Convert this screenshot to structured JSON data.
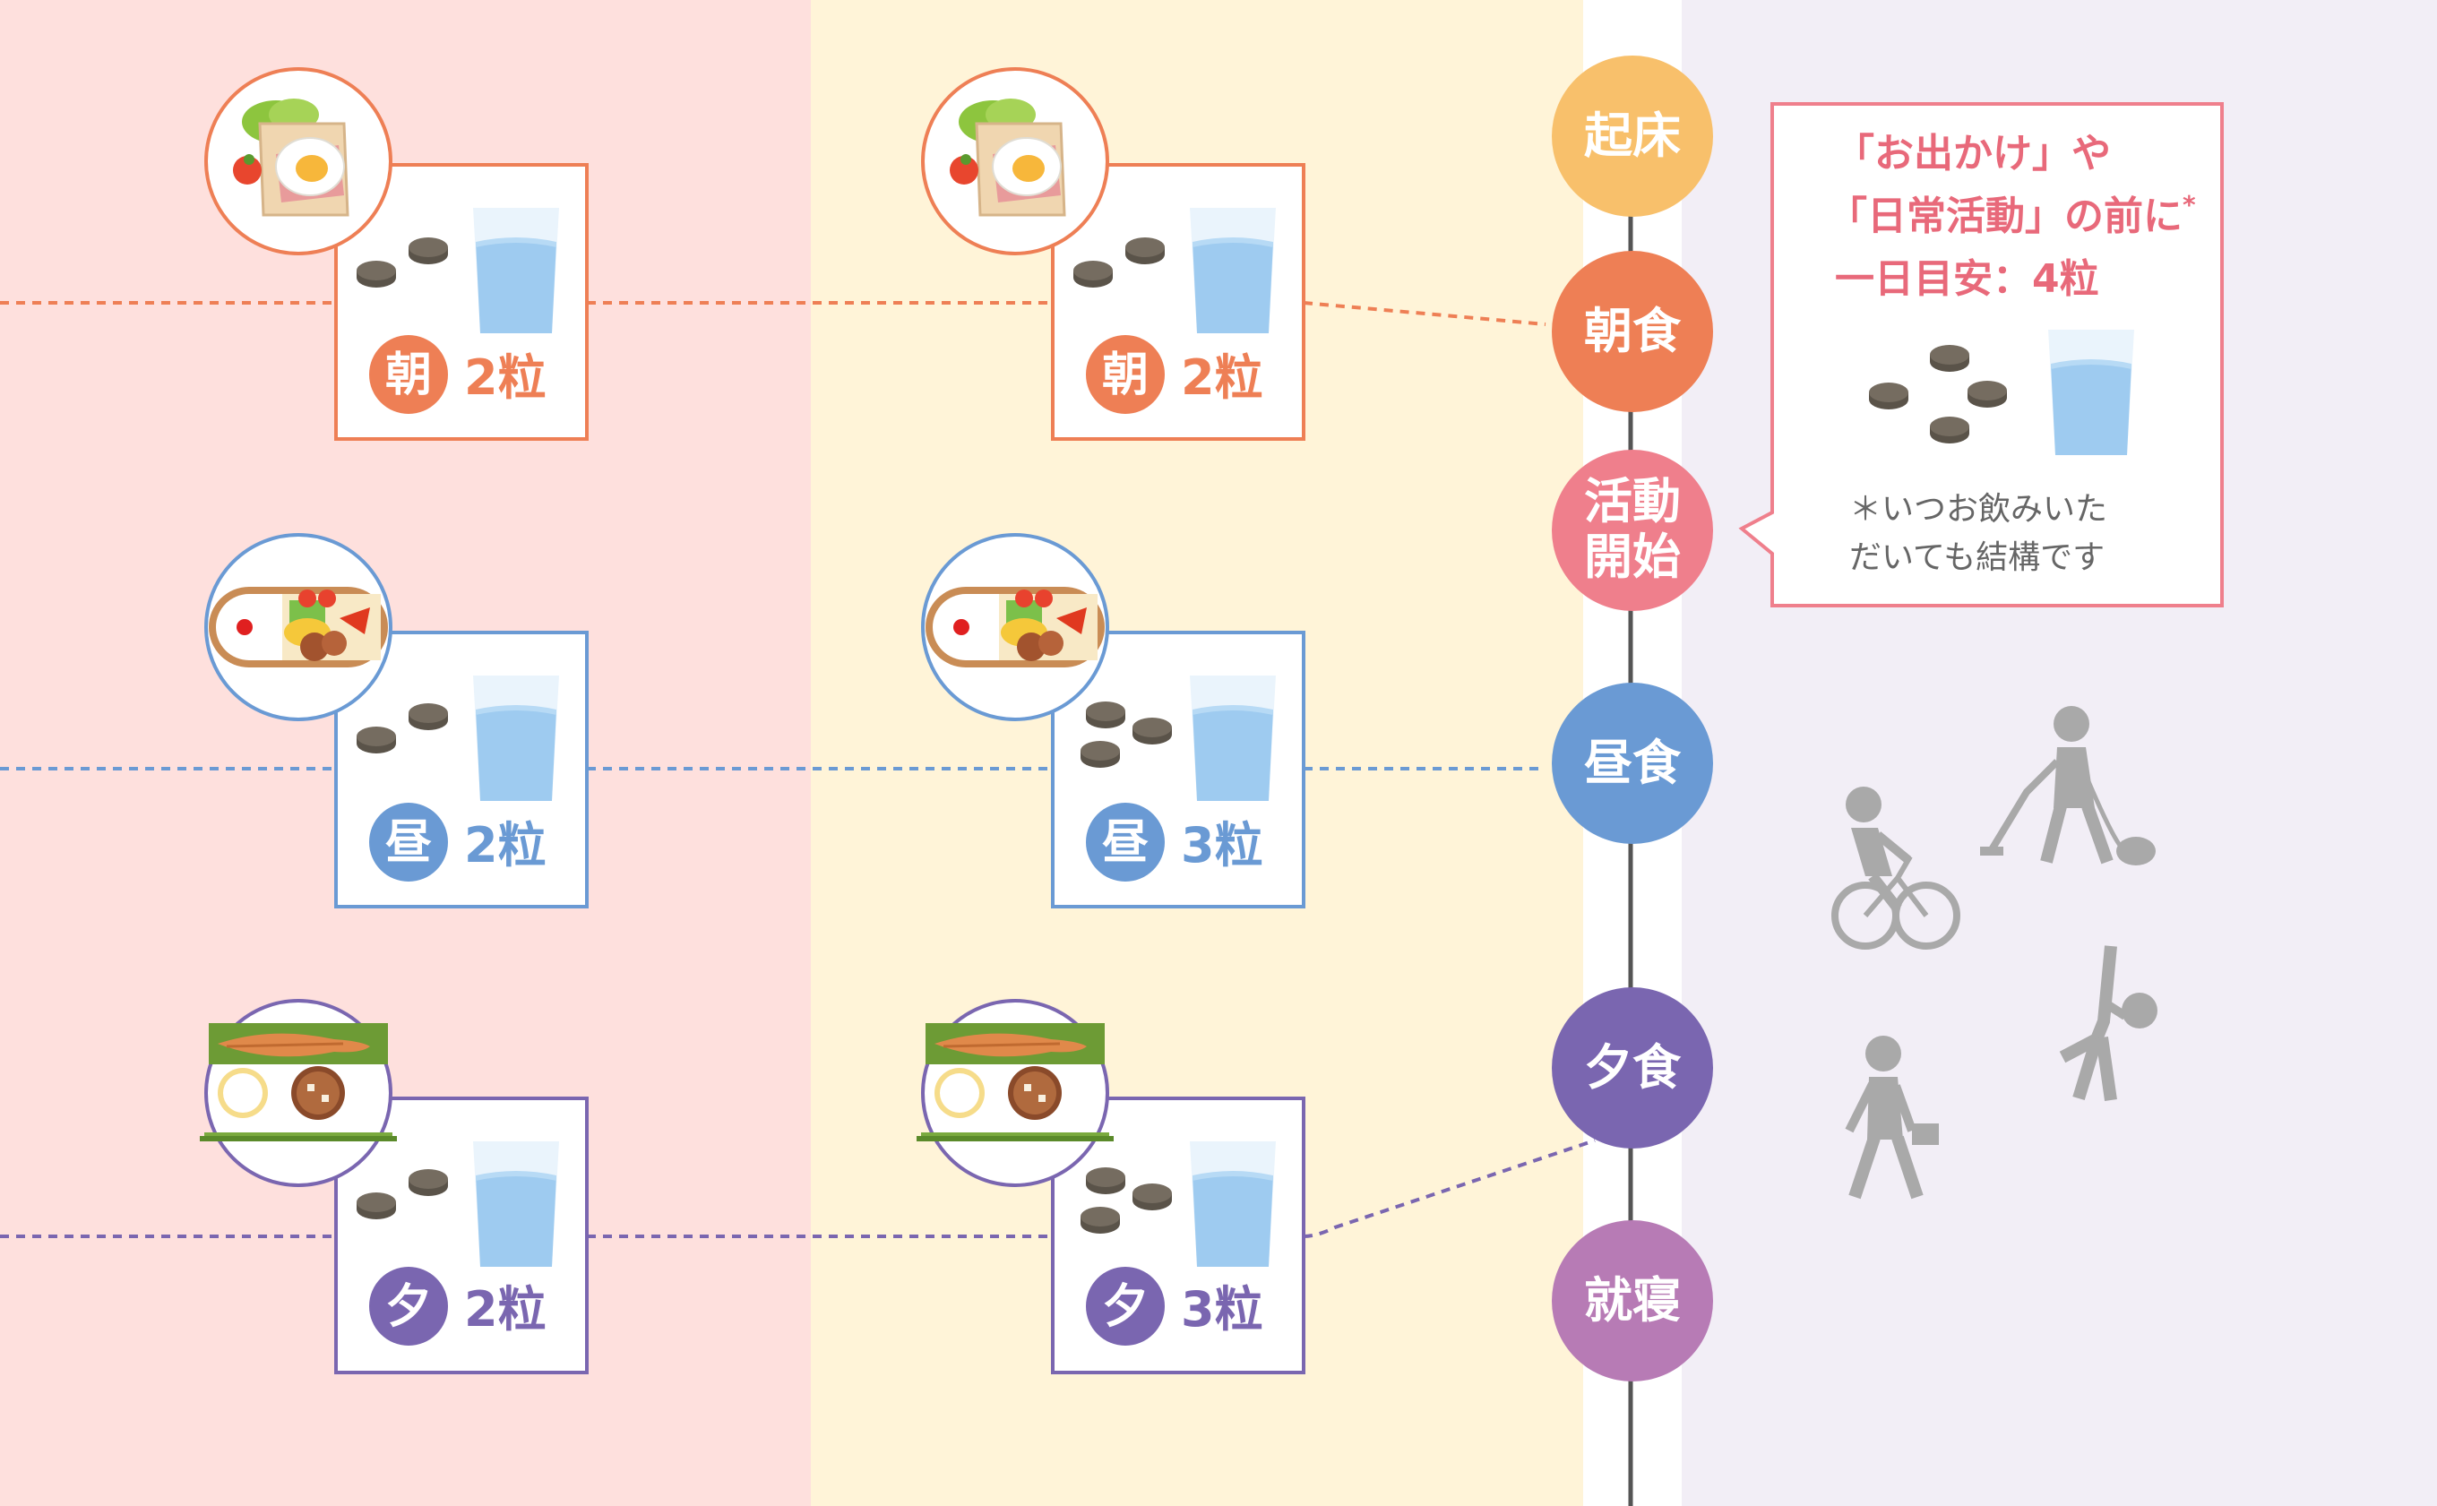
{
  "timeline": {
    "events": [
      "起床",
      "朝食",
      "活動開始",
      "昼食",
      "夕食",
      "就寝"
    ],
    "colors": [
      "#f8c06b",
      "#ee7f55",
      "#ef7f8c",
      "#6a9ad4",
      "#7a66b0",
      "#b77bb5"
    ]
  },
  "meals": {
    "breakfast": {
      "label": "朝",
      "color": "#ee7f55"
    },
    "lunch": {
      "label": "昼",
      "color": "#6a9ad4"
    },
    "dinner": {
      "label": "夕",
      "color": "#7a66b0"
    }
  },
  "dose_cards": {
    "col1": {
      "breakfast": "2粒",
      "lunch": "2粒",
      "dinner": "2粒"
    },
    "col2": {
      "breakfast": "2粒",
      "lunch": "3粒",
      "dinner": "3粒"
    }
  },
  "callout": {
    "line1": "「お出かけ」や",
    "line2": "「日常活動」の前に",
    "asterisk": "*",
    "line3": "一日目安：4粒",
    "note1": "＊いつお飲みいた",
    "note2": "だいても結構です"
  },
  "colors": {
    "bg_left": "#fee0dd",
    "bg_mid": "#fff4d8",
    "bg_right": "#f2eef6",
    "callout_border": "#ef7f8c",
    "callout_text": "#e8697a",
    "pill": "#6e6659",
    "water": "#9ecbf0",
    "figure_gray": "#a9a9a9"
  }
}
